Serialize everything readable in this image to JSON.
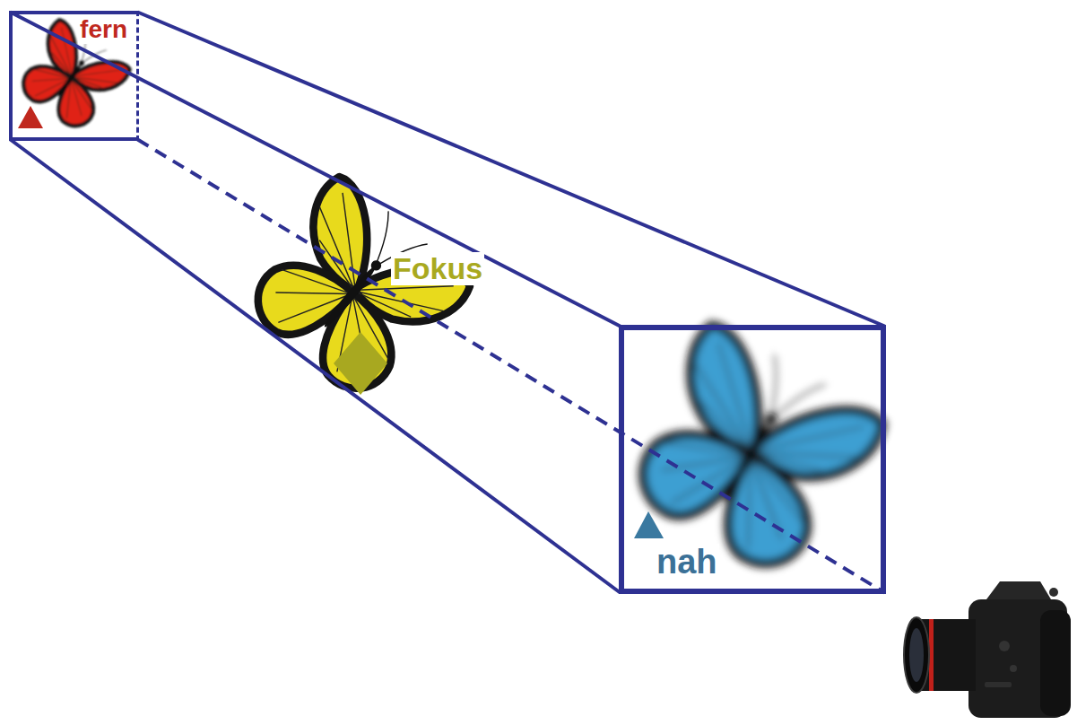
{
  "diagram": {
    "nodes": [
      {
        "text": [
          "fern"
        ]
      },
      {
        "text": [
          "nah"
        ]
      }
    ],
    "edges": [
      {
        "from": 0,
        "to": 1,
        "arrow": "none"
      },
      {
        "from": 0,
        "to": 1,
        "arrow": "none"
      },
      {
        "from": 0,
        "to": 1,
        "arrow": "none"
      },
      {
        "from": 0,
        "to": 1,
        "arrow": "none"
      }
    ],
    "labels": [
      "Fokus"
    ]
  }
}
